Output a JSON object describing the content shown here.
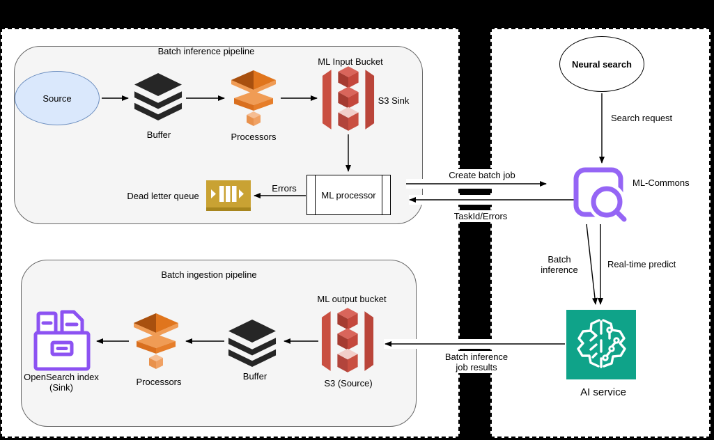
{
  "panels": {
    "inference_title": "Batch inference pipeline",
    "ingestion_title": "Batch ingestion pipeline"
  },
  "nodes": {
    "source": "Source",
    "buffer_top": "Buffer",
    "processors_top": "Processors",
    "ml_input_bucket": "ML Input Bucket",
    "s3_sink": "S3 Sink",
    "dead_letter_queue": "Dead letter queue",
    "ml_processor": "ML processor",
    "neural_search": "Neural search",
    "ml_commons": "ML-Commons",
    "ai_service": "AI service",
    "ml_output_bucket": "ML output bucket",
    "s3_source": "S3 (Source)",
    "buffer_bottom": "Buffer",
    "processors_bottom": "Processors",
    "opensearch_index": "OpenSearch index\n(Sink)"
  },
  "edges": {
    "errors": "Errors",
    "create_batch_job": "Create batch job",
    "taskid_errors": "TaskId/Errors",
    "search_request": "Search request",
    "batch_inference": "Batch\ninference",
    "realtime_predict": "Real-time predict",
    "batch_results": "Batch inference\njob results"
  },
  "colors": {
    "background": "#000000",
    "panel": "#FFFFFF",
    "container_fill": "#F5F5F5",
    "container_border": "#666666",
    "source_fill": "#DAE8FC",
    "source_border": "#6C8EBF",
    "buffer_black": "#262626",
    "processor_orange": "#E0751D",
    "s3_red": "#C94F41",
    "queue_gold": "#C9A233",
    "mlcommons_purple": "#9565F5",
    "opensearch_purple": "#8C52F2",
    "ai_teal": "#0FA389",
    "line": "#000000"
  }
}
